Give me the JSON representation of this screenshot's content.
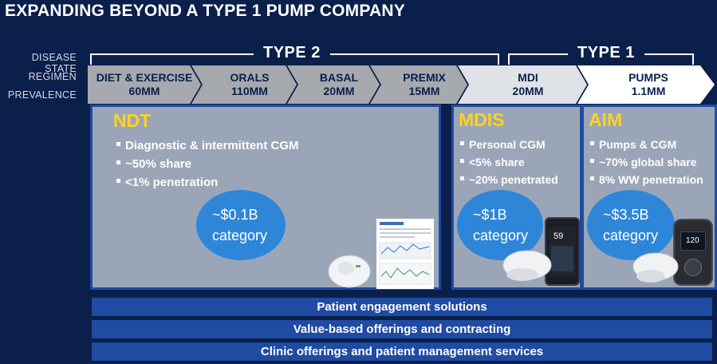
{
  "title": "EXPANDING BEYOND A TYPE 1 PUMP COMPANY",
  "row_labels": [
    "DISEASE STATE",
    "REGIMEN",
    "PREVALENCE"
  ],
  "type_labels": {
    "type2": "TYPE 2",
    "type1": "TYPE 1"
  },
  "regimens": [
    {
      "name": "DIET & EXERCISE",
      "prevalence": "60MM"
    },
    {
      "name": "ORALS",
      "prevalence": "110MM"
    },
    {
      "name": "BASAL",
      "prevalence": "20MM"
    },
    {
      "name": "PREMIX",
      "prevalence": "15MM"
    },
    {
      "name": "MDI",
      "prevalence": "20MM"
    },
    {
      "name": "PUMPS",
      "prevalence": "1.1MM"
    }
  ],
  "panels": {
    "ndt": {
      "title": "NDT",
      "bullets": [
        "Diagnostic  & intermittent CGM",
        "~50% share",
        "<1% penetration"
      ],
      "oval_value": "~$0.1B",
      "oval_unit": "category"
    },
    "mdis": {
      "title": "MDIS",
      "bullets": [
        "Personal CGM",
        "<5% share",
        "~20% penetrated"
      ],
      "oval_value": "~$1B",
      "oval_unit": "category"
    },
    "aim": {
      "title": "AIM",
      "bullets": [
        "Pumps & CGM",
        "~70% global share",
        "8% WW penetration"
      ],
      "oval_value": "~$3.5B",
      "oval_unit": "category"
    }
  },
  "device_text": {
    "phone_glucose": "59",
    "pump_display": "120"
  },
  "bars": [
    "Patient engagement solutions",
    "Value-based offerings and contracting",
    "Clinic offerings and patient management services"
  ],
  "colors": {
    "background": "#0b1f4b",
    "panel": "#9aa6b7",
    "panel_border": "#1f4ba3",
    "accent_yellow": "#ffd21f",
    "oval": "#2e86d9",
    "bar": "#1f4ba3"
  }
}
